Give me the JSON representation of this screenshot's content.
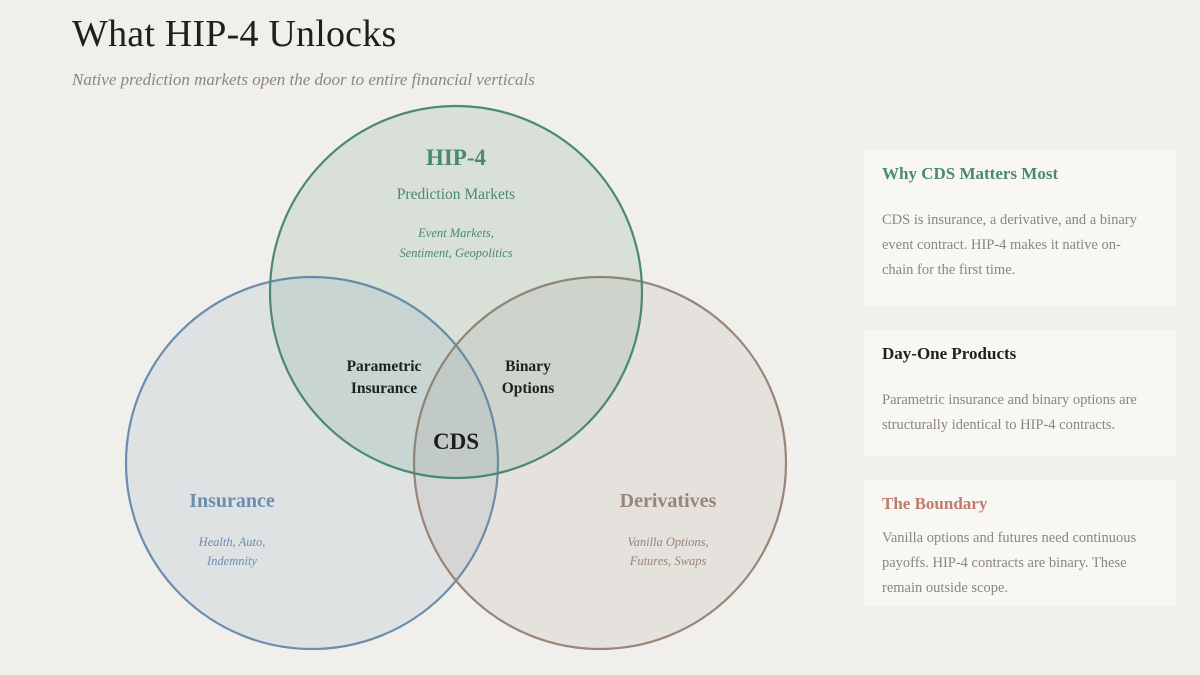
{
  "header": {
    "title": "What HIP-4 Unlocks",
    "subtitle": "Native prediction markets open the door to entire financial verticals"
  },
  "diagram": {
    "hip4": {
      "title": "HIP-4",
      "subtitle": "Prediction Markets",
      "examples_line1": "Event Markets,",
      "examples_line2": "Sentiment, Geopolitics",
      "color": "#4a8a6d"
    },
    "insurance": {
      "title": "Insurance",
      "examples_line1": "Health, Auto,",
      "examples_line2": "Indemnity",
      "color": "#6b8db0"
    },
    "derivatives": {
      "title": "Derivatives",
      "examples_line1": "Vanilla Options,",
      "examples_line2": "Futures, Swaps",
      "color": "#9a8578"
    },
    "overlaps": {
      "hip4_insurance_line1": "Parametric",
      "hip4_insurance_line2": "Insurance",
      "hip4_derivatives_line1": "Binary",
      "hip4_derivatives_line2": "Options",
      "center": "CDS"
    }
  },
  "cards": [
    {
      "title": "Why CDS Matters Most",
      "title_color": "#4a8a6d",
      "body_line1": "CDS is insurance, a derivative, and a binary",
      "body_line2": "event contract. HIP-4 makes it native on-",
      "body_line3": "chain for the first time."
    },
    {
      "title": "Day-One Products",
      "title_color": "#1f1f1f",
      "body_line1": "Parametric insurance and binary options are",
      "body_line2": "structurally identical to HIP-4 contracts."
    },
    {
      "title": "The Boundary",
      "title_color": "#c07a6e",
      "body_line1": "Vanilla options and futures need continuous",
      "body_line2": "payoffs. HIP-4 contracts are binary. These",
      "body_line3": "remain outside scope."
    }
  ]
}
